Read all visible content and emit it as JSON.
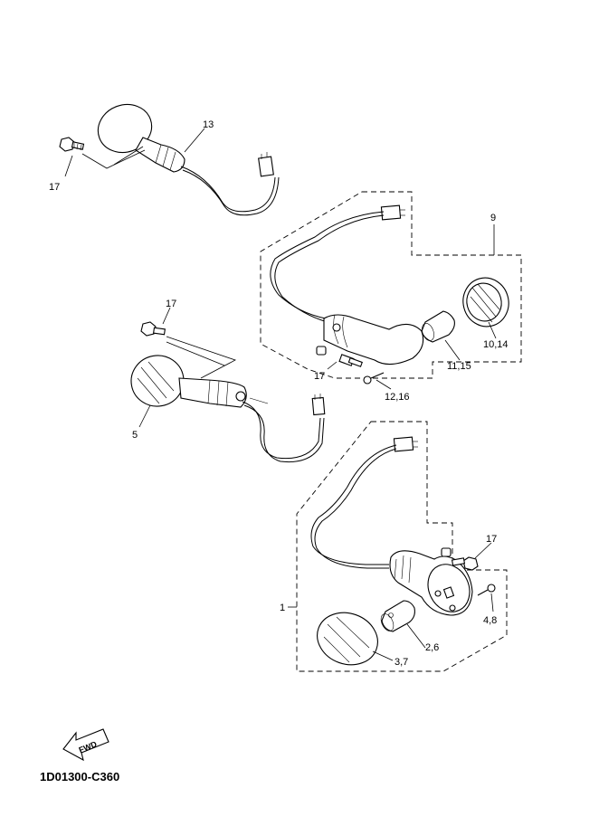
{
  "callouts": {
    "c13": "13",
    "c17a": "17",
    "c9": "9",
    "c17b": "17",
    "c10_14": "10,14",
    "c11_15": "11,15",
    "c17c": "17",
    "c12_16": "12,16",
    "c5": "5",
    "c17d": "17",
    "c1": "1",
    "c4_8": "4,8",
    "c2_6": "2,6",
    "c3_7": "3,7"
  },
  "direction_label": "FWD",
  "diagram_code": "1D01300-C360"
}
